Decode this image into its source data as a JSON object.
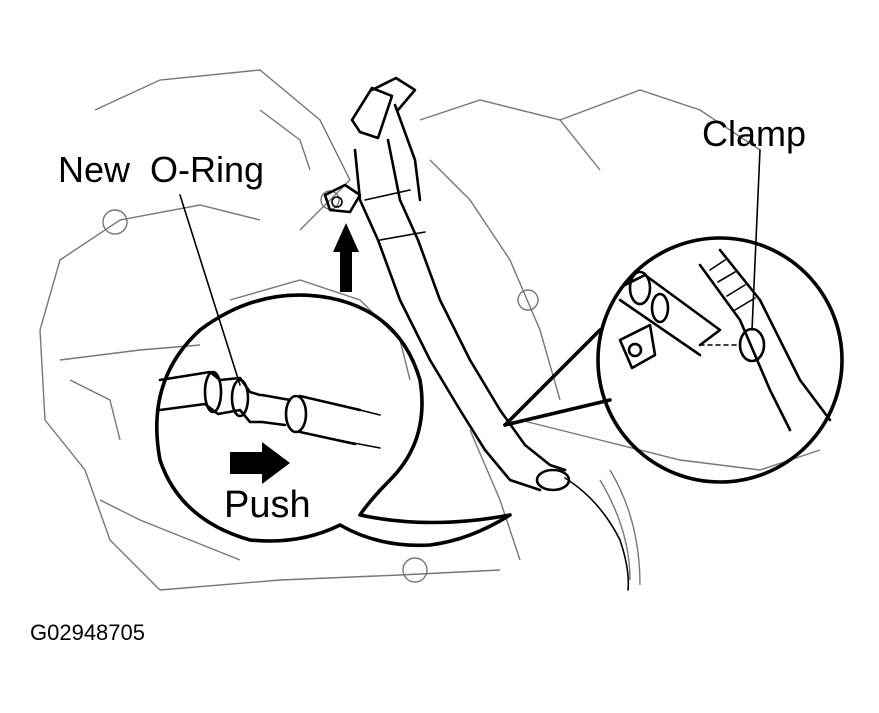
{
  "labels": {
    "new_oring": "New  O-Ring",
    "clamp": "Clamp",
    "push": "Push",
    "figure_id": "G02948705"
  },
  "colors": {
    "ink": "#000000",
    "background": "#ffffff",
    "sketch": "#777777"
  },
  "icons": {
    "up_arrow": "up-arrow-icon",
    "push_arrow": "right-arrow-icon"
  }
}
